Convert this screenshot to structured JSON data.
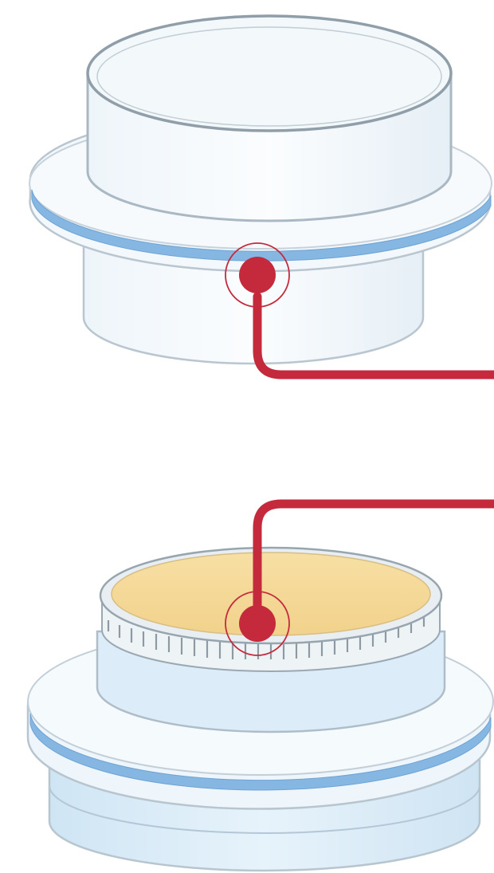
{
  "colors": {
    "background": "#ffffff",
    "glass": "#e9f3f9",
    "glass_outline": "#a9b8c2",
    "flange_stripe": "#7fb0de",
    "lower_body": "#d8ebf7",
    "filter_membrane": "#f5d998",
    "filter_rim": "#bfcad2",
    "callout": "#c42a3c"
  },
  "components": {
    "upper": {
      "name": "upper-glass-funnel",
      "callout_marker": "seal-point"
    },
    "lower": {
      "name": "lower-funnel-base-with-filter",
      "callout_marker": "filter-membrane-point"
    }
  },
  "icons": [
    "callout-marker-icon",
    "callout-marker-icon"
  ]
}
